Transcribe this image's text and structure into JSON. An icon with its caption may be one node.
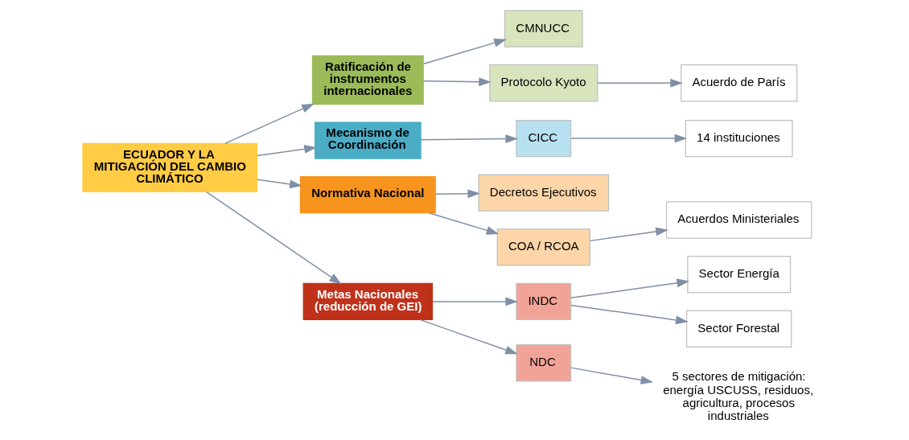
{
  "diagram": {
    "nodes": [
      {
        "text": [
          "ECUADOR Y LA MITIGACIÓN DEL CAMBIO CLIMÁTICO"
        ]
      },
      {
        "text": [
          "Ratificación de instrumentos internacionales"
        ]
      },
      {
        "text": [
          "CMNUCC"
        ]
      },
      {
        "text": [
          "Protocolo Kyoto"
        ]
      },
      {
        "text": [
          "Acuerdo de París"
        ]
      },
      {
        "text": [
          "Mecanismo de Coordinación"
        ]
      },
      {
        "text": [
          "CICC"
        ]
      },
      {
        "text": [
          "14 instituciones"
        ]
      },
      {
        "text": [
          "Normativa Nacional"
        ]
      },
      {
        "text": [
          "Decretos Ejecutivos"
        ]
      },
      {
        "text": [
          "COA / RCOA"
        ]
      },
      {
        "text": [
          "Acuerdos Ministeriales"
        ]
      },
      {
        "text": [
          "Metas Nacionales (reducción de GEI)"
        ]
      },
      {
        "text": [
          "INDC"
        ]
      },
      {
        "text": [
          "Sector Energía"
        ]
      },
      {
        "text": [
          "Sector Forestal"
        ]
      },
      {
        "text": [
          "NDC"
        ]
      },
      {
        "text": [
          "5 sectores de mitigación: energía USCUSS, residuos, agricultura, procesos industriales"
        ]
      }
    ],
    "edges": [
      {
        "from": 0,
        "to": 1,
        "arrow": "to"
      },
      {
        "from": 0,
        "to": 5,
        "arrow": "to"
      },
      {
        "from": 0,
        "to": 8,
        "arrow": "to"
      },
      {
        "from": 0,
        "to": 12,
        "arrow": "to"
      },
      {
        "from": 1,
        "to": 2,
        "arrow": "to"
      },
      {
        "from": 1,
        "to": 3,
        "arrow": "to"
      },
      {
        "from": 3,
        "to": 4,
        "arrow": "to"
      },
      {
        "from": 5,
        "to": 6,
        "arrow": "to"
      },
      {
        "from": 6,
        "to": 7,
        "arrow": "to"
      },
      {
        "from": 8,
        "to": 9,
        "arrow": "to"
      },
      {
        "from": 8,
        "to": 10,
        "arrow": "to"
      },
      {
        "from": 10,
        "to": 11,
        "arrow": "to"
      },
      {
        "from": 12,
        "to": 13,
        "arrow": "to"
      },
      {
        "from": 12,
        "to": 16,
        "arrow": "to"
      },
      {
        "from": 13,
        "to": 14,
        "arrow": "to"
      },
      {
        "from": 13,
        "to": 15,
        "arrow": "to"
      },
      {
        "from": 16,
        "to": 17,
        "arrow": "to"
      }
    ]
  }
}
